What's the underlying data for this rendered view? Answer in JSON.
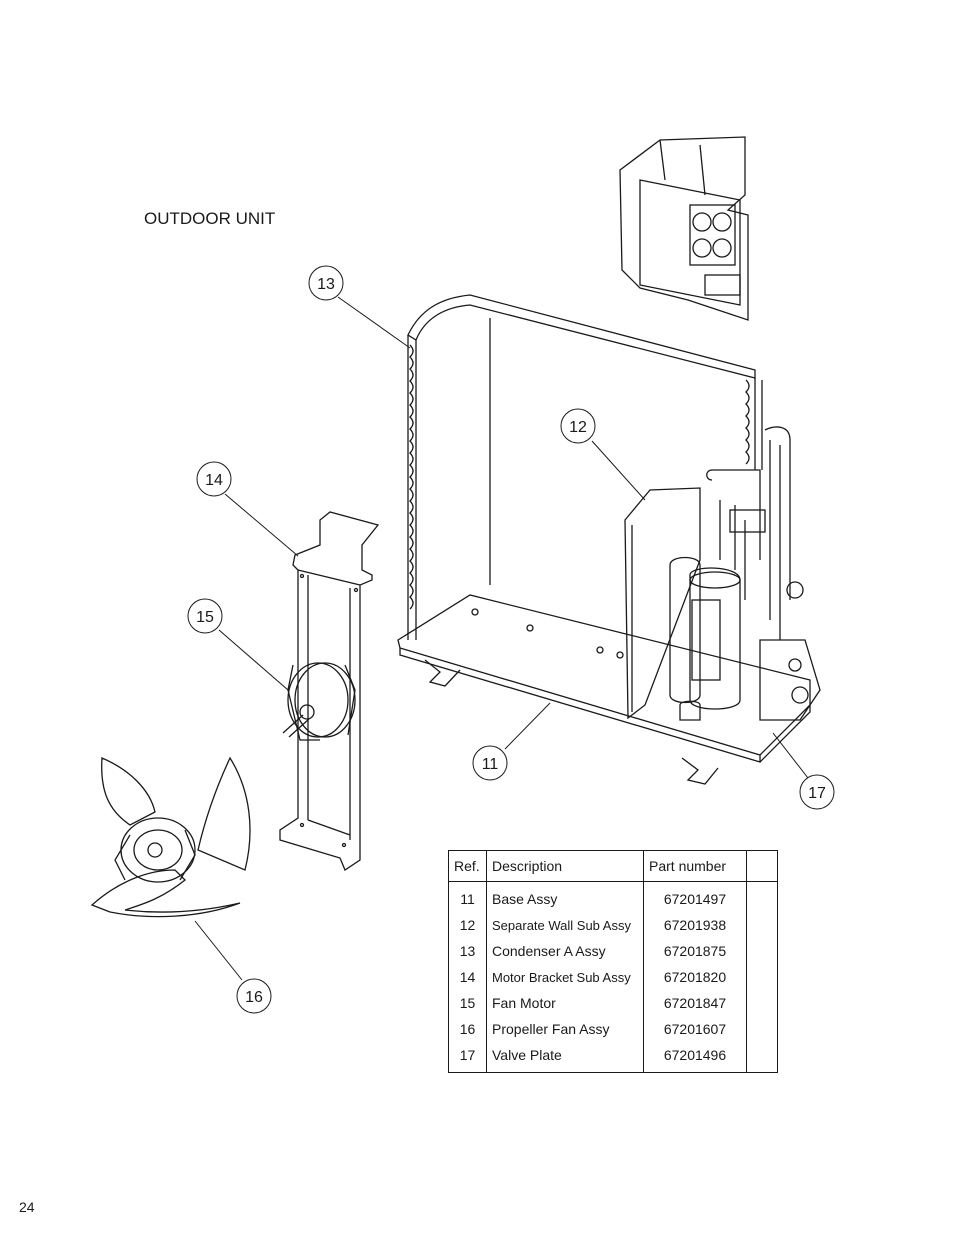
{
  "title": "OUTDOOR UNIT",
  "page_number": "24",
  "callouts": [
    "11",
    "12",
    "13",
    "14",
    "15",
    "16",
    "17"
  ],
  "table": {
    "headers": {
      "ref": "Ref.",
      "description": "Description",
      "part_number": "Part number"
    },
    "rows": [
      {
        "ref": "11",
        "description": "Base Assy",
        "part_number": "67201497"
      },
      {
        "ref": "12",
        "description": "Separate Wall Sub Assy",
        "part_number": "67201938"
      },
      {
        "ref": "13",
        "description": "Condenser A Assy",
        "part_number": "67201875"
      },
      {
        "ref": "14",
        "description": "Motor Bracket Sub Assy",
        "part_number": "67201820"
      },
      {
        "ref": "15",
        "description": "Fan Motor",
        "part_number": "67201847"
      },
      {
        "ref": "16",
        "description": "Propeller Fan Assy",
        "part_number": "67201607"
      },
      {
        "ref": "17",
        "description": "Valve Plate",
        "part_number": "67201496"
      }
    ]
  }
}
